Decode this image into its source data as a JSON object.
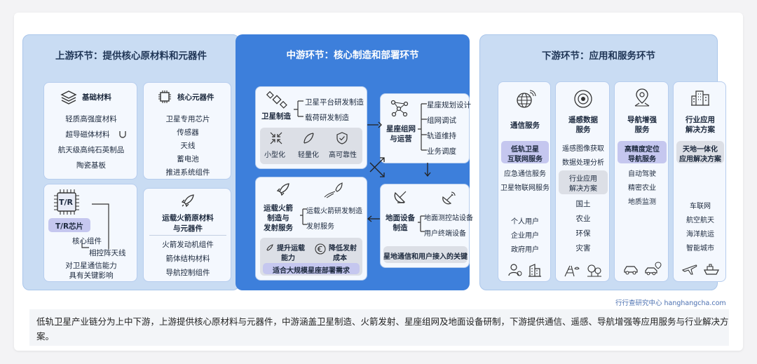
{
  "upstream": {
    "title": "上游环节：提供核心原材料和元器件",
    "basic": {
      "title": "基础材料",
      "items": [
        "轻质高强度材料",
        "超导磁体材料",
        "航天级高纯石英制品",
        "陶瓷基板"
      ]
    },
    "core": {
      "title": "核心元器件",
      "items": [
        "卫星专用芯片",
        "传感器",
        "天线",
        "蓄电池",
        "推进系统组件"
      ]
    },
    "tr": {
      "chip_text": "T/R",
      "label": "T/R芯片",
      "core_comp": "核心组件",
      "phased": "相控阵天线",
      "impact": [
        "对卫星通信能力",
        "具有关键影响"
      ]
    },
    "rocket": {
      "title": [
        "运载火箭原材料",
        "与元器件"
      ],
      "items": [
        "火箭发动机组件",
        "箭体结构材料",
        "导航控制组件"
      ]
    }
  },
  "midstream": {
    "title": "中游环节：核心制造和部署环节",
    "satellite": {
      "title": "卫星制造",
      "items": [
        "卫星平台研发制造",
        "载荷研发制造"
      ],
      "features": [
        "小型化",
        "轻量化",
        "高可靠性"
      ]
    },
    "constellation": {
      "title": [
        "星座组网",
        "与运营"
      ],
      "items": [
        "星座规划设计",
        "组网调试",
        "轨道维持",
        "业务调度"
      ]
    },
    "launch": {
      "title": [
        "运载火箭",
        "制造与",
        "发射服务"
      ],
      "items": [
        "运载火箭研发制造",
        "发射服务"
      ],
      "benefits": [
        [
          "提升运载",
          "能力"
        ],
        [
          "降低发射",
          "成本"
        ]
      ],
      "summary": "适合大规模星座部署需求"
    },
    "ground": {
      "title": [
        "地面设备",
        "制造"
      ],
      "items": [
        "地面测控站设备",
        "用户终端设备"
      ],
      "summary": "星地通信和用户接入的关键"
    }
  },
  "downstream": {
    "title": "下游环节：应用和服务环节",
    "comm": {
      "title": "通信服务",
      "highlight": [
        "低轨卫星",
        "互联网服务"
      ],
      "items": [
        "应急通信服务",
        "卫星物联网服务"
      ],
      "users": [
        "个人用户",
        "企业用户",
        "政府用户"
      ]
    },
    "remote": {
      "title": [
        "遥感数据",
        "服务"
      ],
      "items": [
        "遥感图像获取",
        "数据处理分析"
      ],
      "gray": [
        "行业应用",
        "解决方案"
      ],
      "fields": [
        "国土",
        "农业",
        "环保",
        "灾害"
      ]
    },
    "nav": {
      "title": [
        "导航增强",
        "服务"
      ],
      "highlight": [
        "高精度定位",
        "导航服务"
      ],
      "items": [
        "自动驾驶",
        "精密农业",
        "地质监测"
      ]
    },
    "industry": {
      "title": [
        "行业应用",
        "解决方案"
      ],
      "highlight": [
        "天地一体化",
        "应用解决方案"
      ],
      "items": [
        "车联网",
        "航空航天",
        "海洋航运",
        "智能城市"
      ]
    }
  },
  "source": "行行查研究中心  hanghangcha.com",
  "caption": "低轨卫星产业链分为上中下游，上游提供核心原材料与元器件，中游涵盖卫星制造、火箭发射、星座组网及地面设备研制，下游提供通信、遥感、导航增强等应用服务与行业解决方案。"
}
